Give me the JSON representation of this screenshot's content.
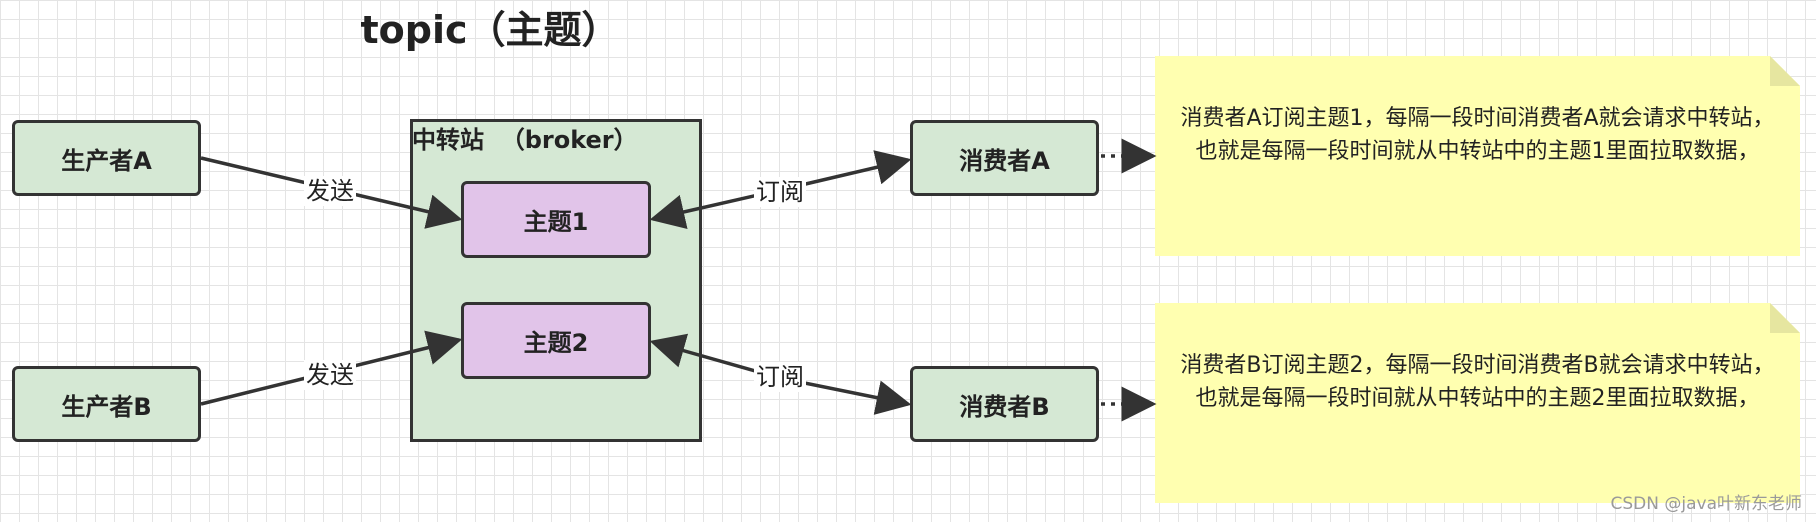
{
  "title": "topic（主题）",
  "broker": {
    "label": "中转站  （broker）"
  },
  "producers": {
    "a": "生产者A",
    "b": "生产者B"
  },
  "topics": {
    "t1": "主题1",
    "t2": "主题2"
  },
  "consumers": {
    "a": "消费者A",
    "b": "消费者B"
  },
  "edges": {
    "send": "发送",
    "subscribe": "订阅"
  },
  "notes": {
    "a": "消费者A订阅主题1，每隔一段时间消费者A就会请求中转站，也就是每隔一段时间就从中转站中的主题1里面拉取数据，",
    "b": "消费者B订阅主题2，每隔一段时间消费者B就会请求中转站，也就是每隔一段时间就从中转站中的主题2里面拉取数据，"
  },
  "watermark": "CSDN @java叶新东老师",
  "colors": {
    "node_fill": "#d5e8d4",
    "topic_fill": "#e1c4e9",
    "note_fill": "#ffffb0",
    "stroke": "#333333"
  }
}
